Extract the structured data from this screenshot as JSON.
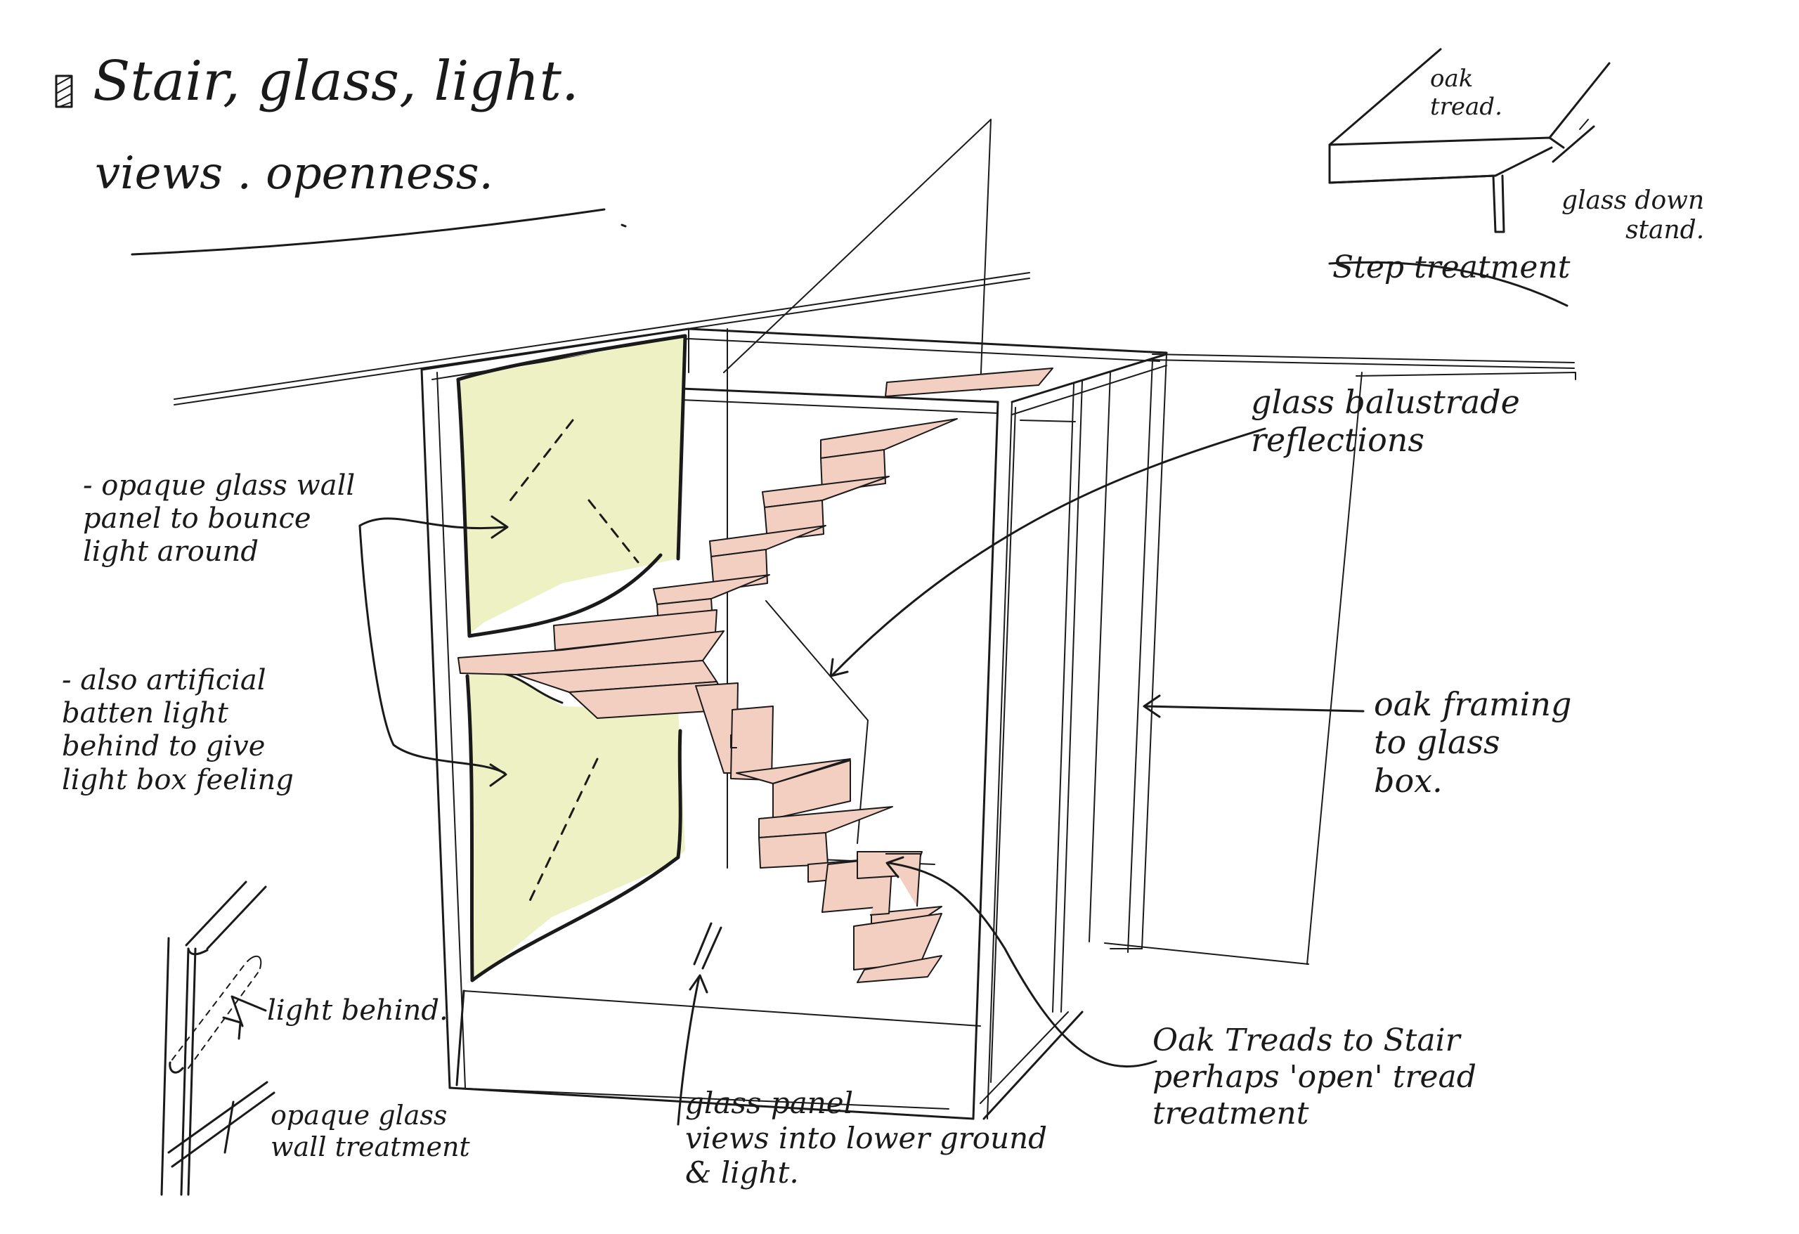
{
  "colors": {
    "ink": "#1a1a1a",
    "glass_panel": "#eef1c4",
    "oak_tread": "#f3cfc2"
  },
  "title": {
    "line1": "Stair, glass, light.",
    "line2": "views . openness."
  },
  "step_detail": {
    "oak_label": "oak\ntread.",
    "glass_label": "glass down\nstand.",
    "caption": "Step treatment"
  },
  "annotations": {
    "opaque_wall": "- opaque glass wall\npanel to bounce\nlight around",
    "artificial_light": "- also artificial\nbatten light\nbehind to give\nlight box feeling",
    "balustrade": "glass balustrade\nreflections",
    "oak_framing": "oak framing\nto glass\nbox.",
    "oak_treads": "Oak Treads to Stair\nperhaps 'open' tread\ntreatment",
    "glass_panel": "glass panel\nviews into lower ground\n& light."
  },
  "wall_detail": {
    "light_behind": "light behind.",
    "wall_treatment": "opaque glass\nwall treatment"
  },
  "icons": {
    "bullet": "hatched-square-icon",
    "section_marks": "section-mark-icon",
    "arrows": "arrow-icon"
  }
}
